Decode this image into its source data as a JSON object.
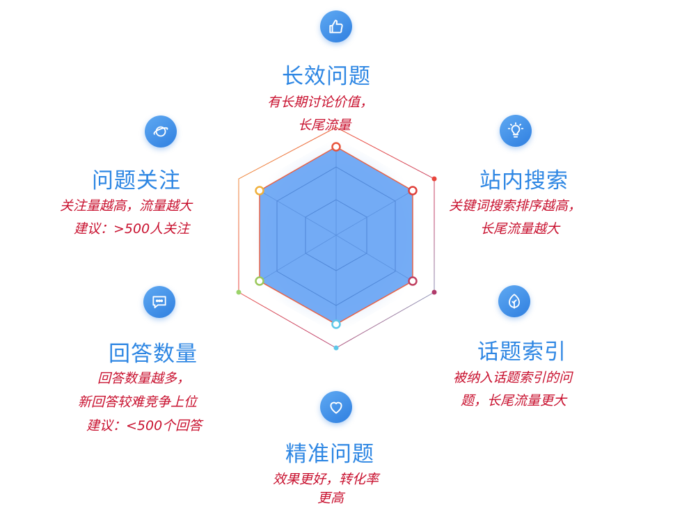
{
  "colors": {
    "accent": "#2d86e3",
    "description": "#c8102e",
    "hexagon_fill": "#6ea8f5"
  },
  "nodes": [
    {
      "id": "top",
      "icon": "thumbs-up-icon",
      "title": "长效问题",
      "lines": [
        "有长期讨论价值，",
        "长尾流量"
      ]
    },
    {
      "id": "upper-right",
      "icon": "lightbulb-icon",
      "title": "站内搜索",
      "lines": [
        "关键词搜索排序越高，",
        "长尾流量越大"
      ]
    },
    {
      "id": "lower-right",
      "icon": "leaf-icon",
      "title": "话题索引",
      "lines": [
        "被纳入话题索引的问",
        "题，长尾流量更大"
      ]
    },
    {
      "id": "bottom",
      "icon": "heart-icon",
      "title": "精准问题",
      "lines": [
        "效果更好，转化率",
        "更高"
      ]
    },
    {
      "id": "lower-left",
      "icon": "chat-bubble-icon",
      "title": "回答数量",
      "lines": [
        "回答数量越多，",
        "新回答较难竞争上位",
        "建议：<500个回答"
      ]
    },
    {
      "id": "upper-left",
      "icon": "planet-icon",
      "title": "问题关注",
      "lines": [
        "关注量越高，流量越大",
        "建议：>500人关注"
      ]
    }
  ]
}
